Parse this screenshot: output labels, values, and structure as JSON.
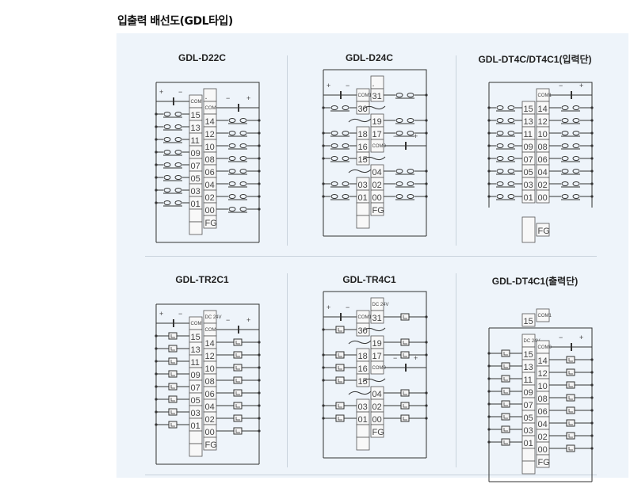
{
  "heading": "입출력 배선도(GDL타입)",
  "colors": {
    "panel": "#eef4fa",
    "line": "#333333",
    "cell": "#f8f8f8"
  },
  "polarity": {
    "plus": "+",
    "minus": "−"
  },
  "diagrams": [
    {
      "title": "GDL-D22C",
      "device": "switch",
      "left": [
        "COM",
        "15",
        "13",
        "11",
        "09",
        "07",
        "05",
        "03",
        "01",
        "",
        ""
      ],
      "right": [
        ".",
        "COM",
        "14",
        "12",
        "10",
        "08",
        "06",
        "04",
        "02",
        "00",
        "FG"
      ]
    },
    {
      "title": "GDL-D24C",
      "device": "switch",
      "left": [
        "COM1",
        "30",
        "~",
        "18",
        "16",
        "15",
        "~",
        "03",
        "01",
        "",
        ""
      ],
      "right": [
        ".",
        "31",
        "~",
        "19",
        "17",
        "COM0",
        "~",
        "04",
        "02",
        "00",
        "FG"
      ]
    },
    {
      "title": "GDL-DT4C/DT4C1(입력단)",
      "device": "switch",
      "left": [
        "15",
        "13",
        "11",
        "09",
        "07",
        "05",
        "03",
        "01"
      ],
      "right": [
        "COM1",
        "14",
        "12",
        "10",
        "08",
        "06",
        "04",
        "02",
        "00"
      ],
      "extra": [
        "",
        "FG"
      ]
    },
    {
      "title": "GDL-TR2C1",
      "device": "load",
      "left": [
        "COM",
        "15",
        "13",
        "11",
        "09",
        "07",
        "05",
        "03",
        "01",
        "",
        ""
      ],
      "right": [
        "DC 24V",
        "COM",
        "14",
        "12",
        "10",
        "08",
        "06",
        "04",
        "02",
        "00",
        "FG"
      ]
    },
    {
      "title": "GDL-TR4C1",
      "device": "load",
      "left": [
        "COM1",
        "30",
        "~",
        "18",
        "16",
        "15",
        "~",
        "03",
        "01",
        "",
        ""
      ],
      "right": [
        "DC 24V",
        "31",
        "~",
        "19",
        "17",
        "COM0",
        "~",
        "04",
        "02",
        "00",
        "FG"
      ]
    },
    {
      "title": "GDL-DT4C1(출력단)",
      "device": "load",
      "left": [
        "DC 24V",
        "15",
        "13",
        "11",
        "09",
        "07",
        "05",
        "03",
        "01",
        "",
        ""
      ],
      "right": [
        "COM0",
        "14",
        "12",
        "10",
        "08",
        "06",
        "04",
        "02",
        "00",
        "FG"
      ],
      "extra": [
        "15",
        "COM1"
      ]
    }
  ]
}
